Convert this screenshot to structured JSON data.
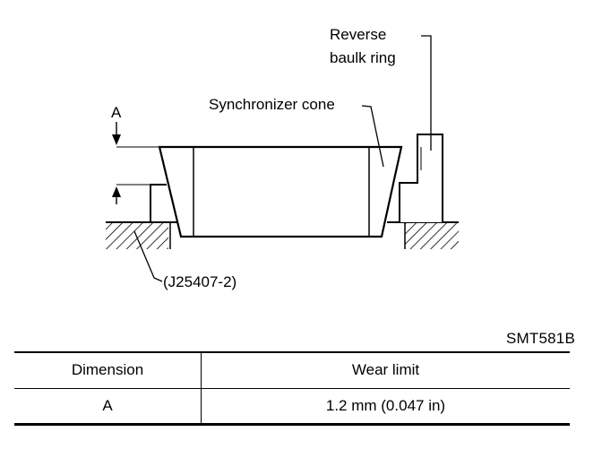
{
  "figure": {
    "labels": {
      "dimension_a": "A",
      "synchronizer_cone": "Synchronizer cone",
      "reverse_baulk_ring_line1": "Reverse",
      "reverse_baulk_ring_line2": "baulk ring",
      "tool": "(J25407-2)"
    },
    "code": "SMT581B"
  },
  "table": {
    "headers": [
      "Dimension",
      "Wear limit"
    ],
    "rows": [
      [
        "A",
        "1.2 mm (0.047 in)"
      ]
    ]
  }
}
